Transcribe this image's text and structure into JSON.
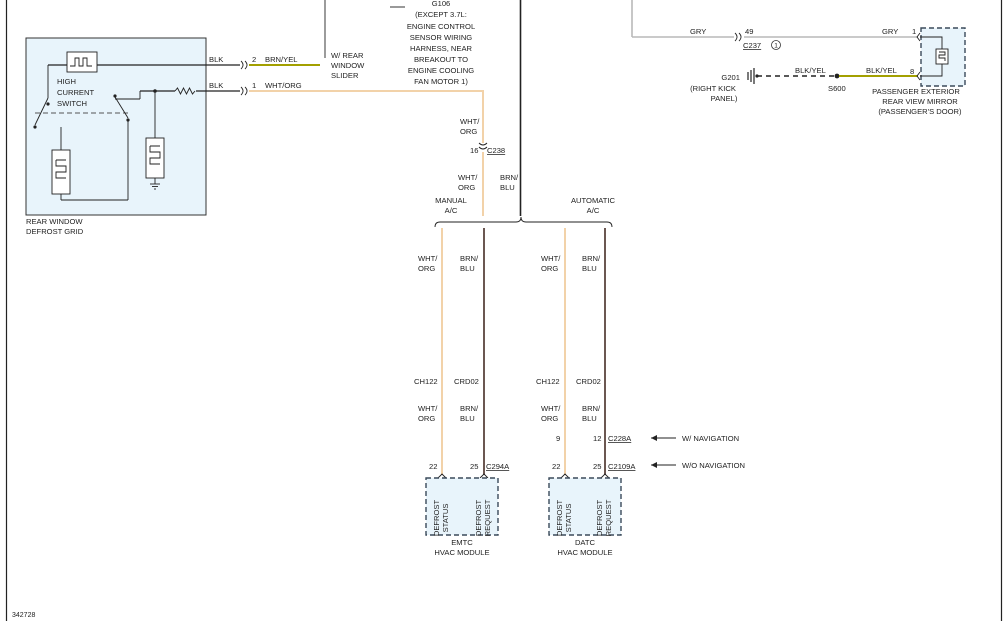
{
  "diagram": {
    "ref_number": "342728",
    "top_note": {
      "line0": "G106",
      "lines": [
        "(EXCEPT 3.7L:",
        "ENGINE CONTROL",
        "SENSOR WIRING",
        "HARNESS, NEAR",
        "BREAKOUT TO",
        "ENGINE COOLING",
        "FAN MOTOR 1)"
      ]
    },
    "rear_window": {
      "label1": "REAR WINDOW",
      "label2": "DEFROST GRID",
      "switch_lines": [
        "HIGH",
        "CURRENT",
        "SWITCH"
      ],
      "wire1_color": "BLK",
      "wire1_pin": "2",
      "wire1_out": "BRN/YEL",
      "wire2_color": "BLK",
      "wire2_pin": "1",
      "wire2_out": "WHT/ORG",
      "slider_lines": [
        "W/ REAR",
        "WINDOW",
        "SLIDER"
      ]
    },
    "c238": {
      "wire_top1": "WHT/",
      "wire_top2": "ORG",
      "pin": "16",
      "connector": "C238",
      "wire_bot1": "WHT/",
      "wire_bot2": "ORG",
      "brn1": "BRN/",
      "brn2": "BLU"
    },
    "branches": {
      "manual1": "MANUAL",
      "manual2": "A/C",
      "auto1": "AUTOMATIC",
      "auto2": "A/C"
    },
    "wire_labels": {
      "wht1": "WHT/",
      "wht2": "ORG",
      "brn1": "BRN/",
      "brn2": "BLU"
    },
    "circuits": {
      "left": "CH122",
      "right": "CRD02"
    },
    "emtc": {
      "pin_left": "22",
      "pin_right": "25",
      "connector": "C294A",
      "status1": "DEFROST",
      "status2": "STATUS",
      "req1": "DEFROST",
      "req2": "REQUEST",
      "name1": "EMTC",
      "name2": "HVAC MODULE"
    },
    "datc": {
      "pin_nav_left": "9",
      "pin_nav_right": "12",
      "nav_connector": "C228A",
      "pin_left": "22",
      "pin_right": "25",
      "connector": "C2109A",
      "status1": "DEFROST",
      "status2": "STATUS",
      "req1": "DEFROST",
      "req2": "REQUEST",
      "name1": "DATC",
      "name2": "HVAC MODULE"
    },
    "nav": {
      "with": "W/ NAVIGATION",
      "without": "W/O NAVIGATION"
    },
    "mirror": {
      "gry_left": "GRY",
      "pin49": "49",
      "c237": "C237",
      "note": "1",
      "gry_right": "GRY",
      "pin1": "1",
      "g201": "G201",
      "g201_loc1": "(RIGHT KICK",
      "g201_loc2": "PANEL)",
      "blkyel_left": "BLK/YEL",
      "blkyel_right": "BLK/YEL",
      "pin8": "8",
      "s600": "S600",
      "name_lines": [
        "PASSENGER EXTERIOR",
        "REAR VIEW MIRROR",
        "(PASSENGER'S DOOR)"
      ]
    }
  },
  "colors": {
    "wht_org": "#f2d2a9",
    "brn_blu": "#6b5751",
    "gry": "#b9b9b9",
    "brn_yel": "#a3a000",
    "module_fill": "#e8f4fb"
  }
}
